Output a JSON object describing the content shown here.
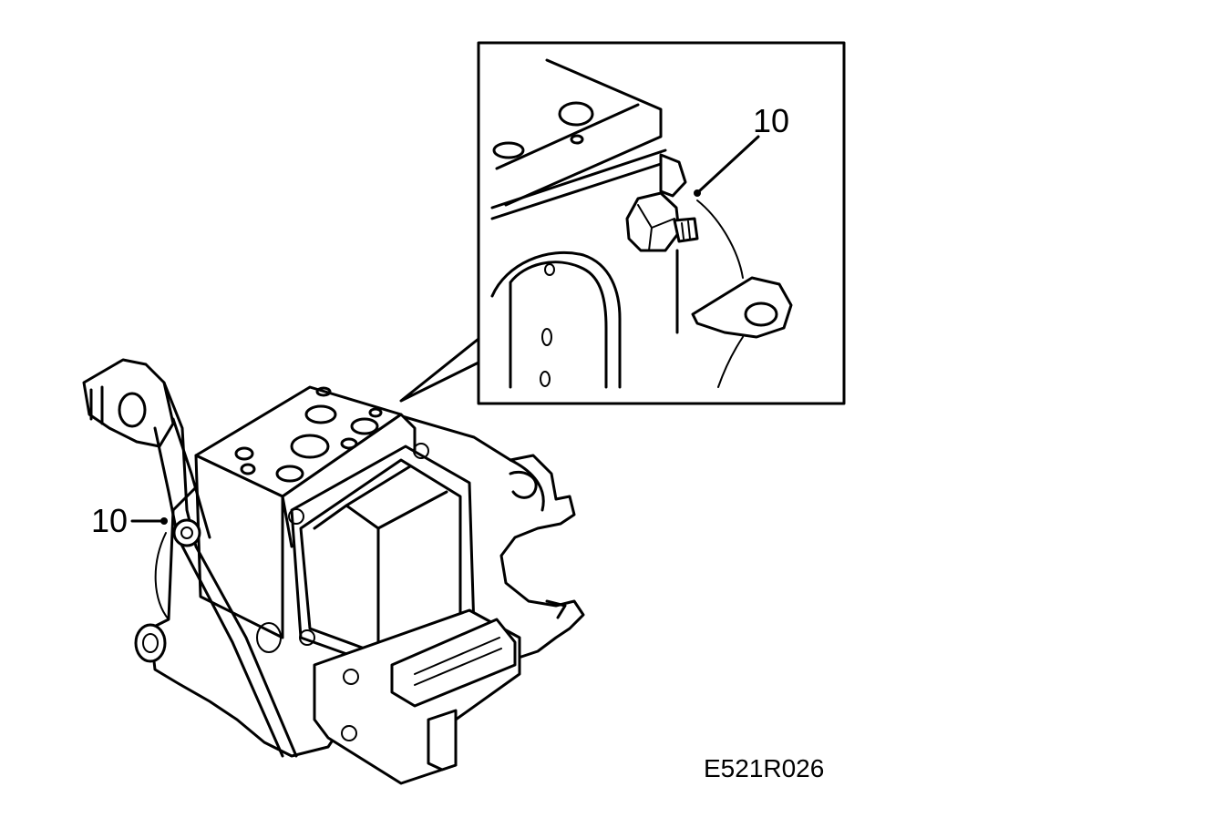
{
  "callouts": {
    "main_label": "10",
    "inset_label": "10"
  },
  "figure_code": "E521R026",
  "colors": {
    "ink": "#000000",
    "paper": "#ffffff"
  }
}
